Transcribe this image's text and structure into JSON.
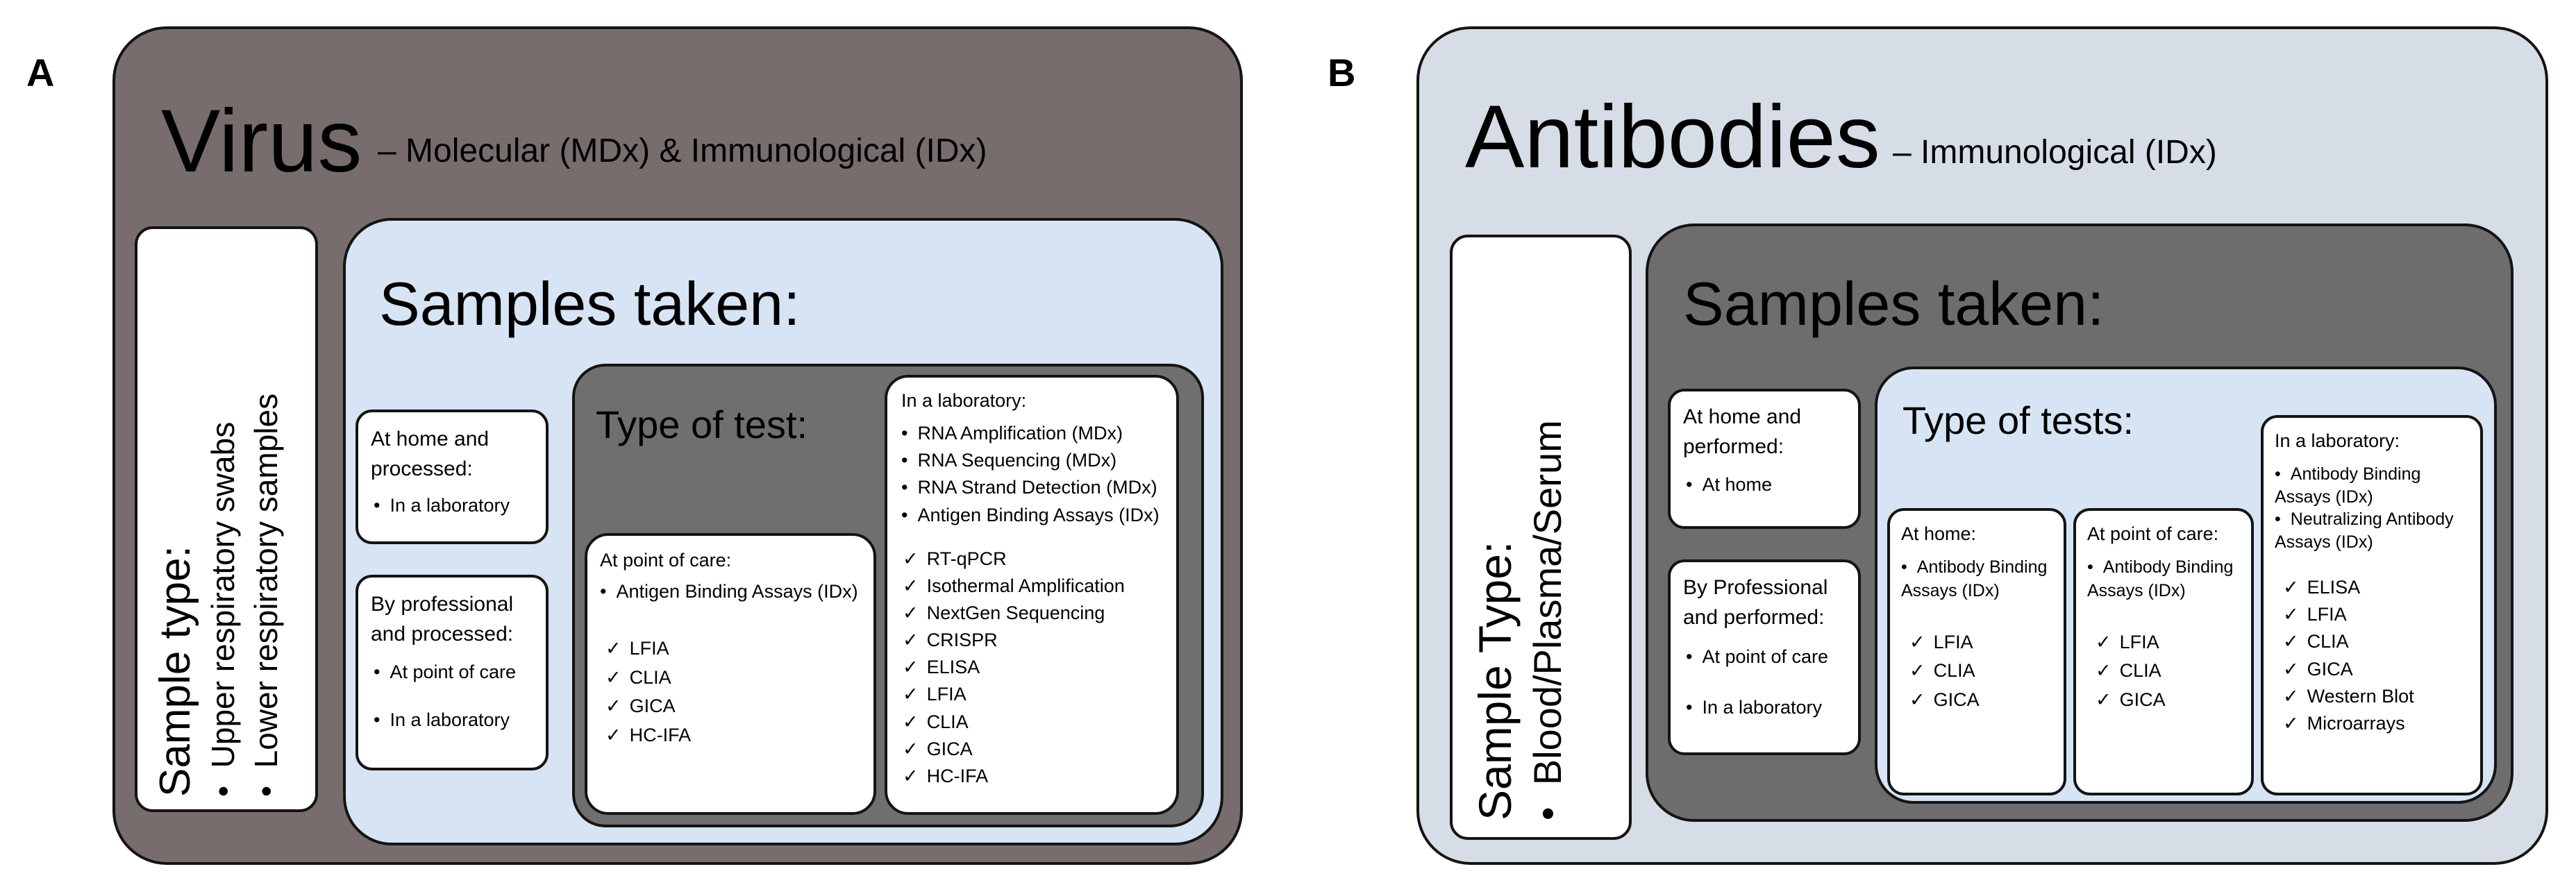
{
  "panel_a": {
    "letter": "A",
    "title": "Virus",
    "subtitle": "– Molecular (MDx) & Immunological (IDx)",
    "sample_type_label": "Sample type:",
    "sample_types": [
      "Upper respiratory swabs",
      "Lower respiratory samples"
    ],
    "samples_taken_title": "Samples taken:",
    "home_box": {
      "heading": "At home and processed:",
      "items": [
        "In a laboratory"
      ]
    },
    "professional_box": {
      "heading": "By professional and processed:",
      "items": [
        "At point of care",
        "In a laboratory"
      ]
    },
    "type_of_test_title": "Type of test:",
    "poc_box": {
      "heading": "At point of care:",
      "items": [
        "Antigen Binding Assays (IDx)"
      ],
      "tests": [
        "LFIA",
        "CLIA",
        "GICA",
        "HC-IFA"
      ]
    },
    "lab_box": {
      "heading": "In a laboratory:",
      "items": [
        "RNA Amplification (MDx)",
        "RNA Sequencing (MDx)",
        "RNA Strand Detection (MDx)",
        "Antigen Binding Assays (IDx)"
      ],
      "tests": [
        "RT-qPCR",
        "Isothermal Amplification",
        "NextGen Sequencing",
        "CRISPR",
        "ELISA",
        "LFIA",
        "CLIA",
        "GICA",
        "HC-IFA"
      ]
    }
  },
  "panel_b": {
    "letter": "B",
    "title": "Antibodies",
    "subtitle": "– Immunological (IDx)",
    "sample_type_label": "Sample Type:",
    "sample_types": [
      "Blood/Plasma/Serum"
    ],
    "samples_taken_title": "Samples taken:",
    "home_box": {
      "heading": "At home and performed:",
      "items": [
        "At home"
      ]
    },
    "professional_box": {
      "heading": "By Professional and performed:",
      "items": [
        "At point of care",
        "In a laboratory"
      ]
    },
    "type_of_tests_title": "Type of tests:",
    "home_test_box": {
      "heading": "At home:",
      "items": [
        "Antibody Binding Assays (IDx)"
      ],
      "tests": [
        "LFIA",
        "CLIA",
        "GICA"
      ]
    },
    "poc_box": {
      "heading": "At point of care:",
      "items": [
        "Antibody Binding Assays (IDx)"
      ],
      "tests": [
        "LFIA",
        "CLIA",
        "GICA"
      ]
    },
    "lab_box": {
      "heading": "In a laboratory:",
      "items": [
        "Antibody Binding Assays (IDx)",
        "Neutralizing Antibody Assays (IDx)"
      ],
      "tests": [
        "ELISA",
        "LFIA",
        "CLIA",
        "GICA",
        "Western Blot",
        "Microarrays"
      ]
    }
  }
}
